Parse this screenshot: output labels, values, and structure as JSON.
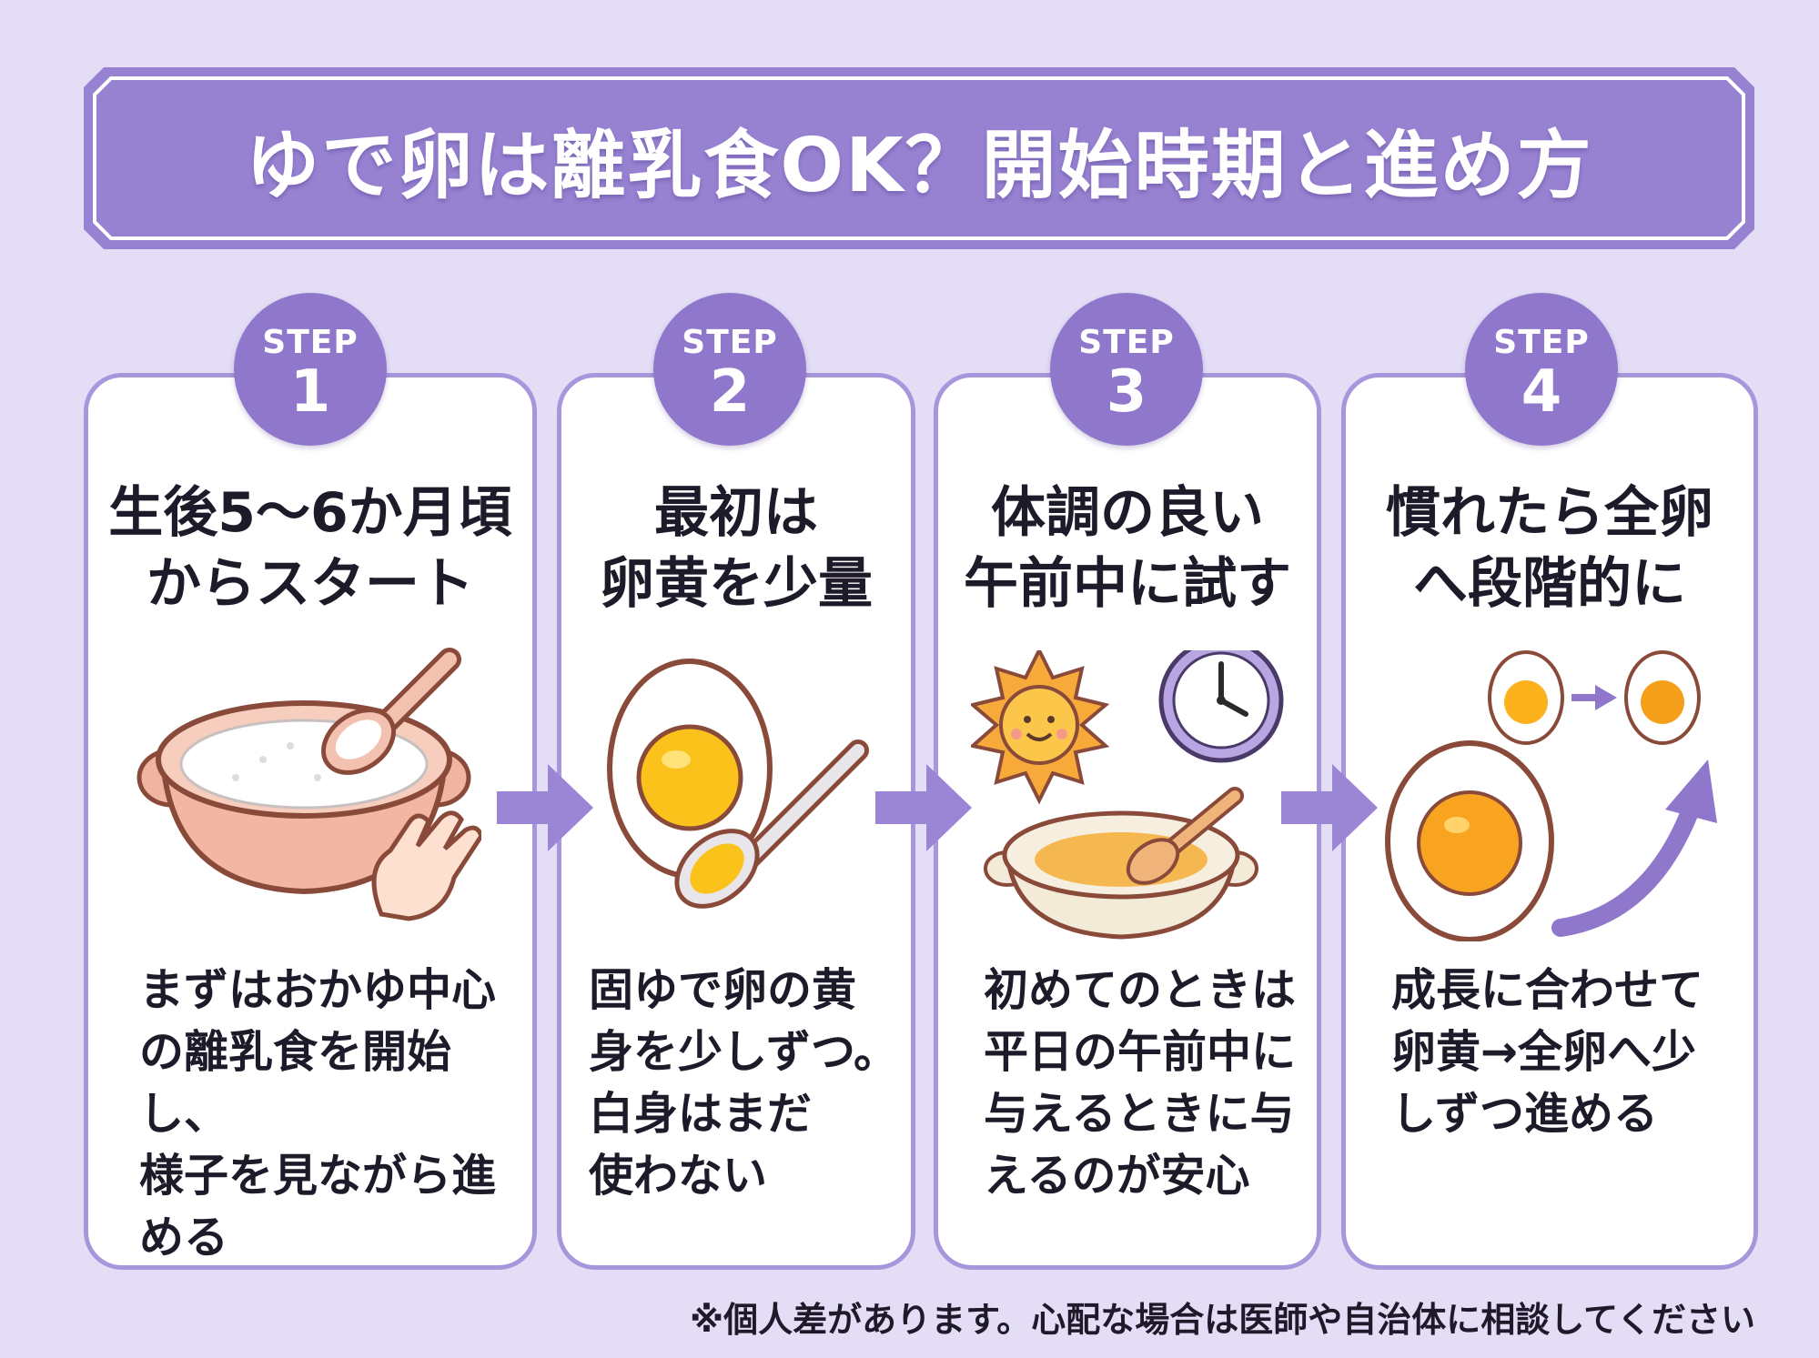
{
  "title": "ゆで卵は離乳食OK？開始時期と進め方",
  "steps": [
    {
      "step_label": "STEP",
      "number": "1",
      "title": "生後5〜6か月頃\nからスタート",
      "description": "まずはおかゆ中心\nの離乳食を開始し、\n様子を見ながら進\nめる",
      "icon": "rice-porridge-bowl-icon"
    },
    {
      "step_label": "STEP",
      "number": "2",
      "title": "最初は\n卵黄を少量",
      "description": "固ゆで卵の黄\n身を少しずつ。\n白身はまだ\n使わない",
      "icon": "egg-yolk-spoon-icon"
    },
    {
      "step_label": "STEP",
      "number": "3",
      "title": "体調の良い\n午前中に試す",
      "description": "初めてのときは\n平日の午前中に\n与えるときに与\nえるのが安心",
      "icon": "sun-clock-bowl-icon"
    },
    {
      "step_label": "STEP",
      "number": "4",
      "title": "慣れたら全卵\nへ段階的に",
      "description": "成長に合わせて\n卵黄→全卵へ少\nしずつ進める",
      "icon": "whole-egg-progress-icon"
    }
  ],
  "footnote": "※個人差があります。心配な場合は医師や自治体に相談してください",
  "colors": {
    "background": "#e3ddf6",
    "accent": "#8f78cc",
    "border": "#a796db",
    "yolk": "#f5b820"
  }
}
